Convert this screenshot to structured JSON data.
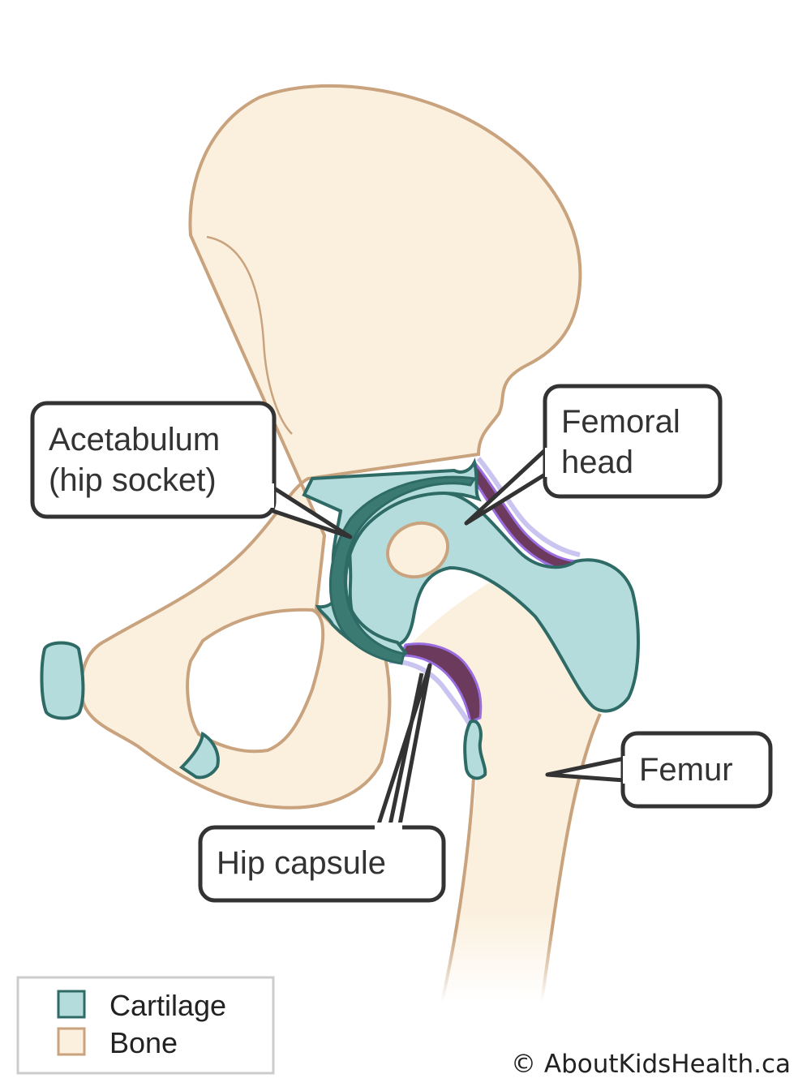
{
  "labels": {
    "acetabulum_line1": "Acetabulum",
    "acetabulum_line2": "(hip socket)",
    "femoral_head_line1": "Femoral",
    "femoral_head_line2": "head",
    "femur": "Femur",
    "hip_capsule": "Hip capsule"
  },
  "legend": {
    "items": [
      {
        "label": "Cartilage",
        "color": "#b4dcdc"
      },
      {
        "label": "Bone",
        "color": "#fbf0de"
      }
    ]
  },
  "copyright": "© AboutKidsHealth.ca",
  "colors": {
    "bone_fill": "#fbf0de",
    "bone_outline": "#c9a27e",
    "cartilage_fill": "#b4dcdc",
    "cartilage_outline": "#2f6b66",
    "socket_dark": "#3b7a73",
    "capsule_dark": "#6b3a5c",
    "capsule_light": "#c9c4f0",
    "capsule_edge": "#9a6ee0",
    "callout_border": "#333333"
  }
}
